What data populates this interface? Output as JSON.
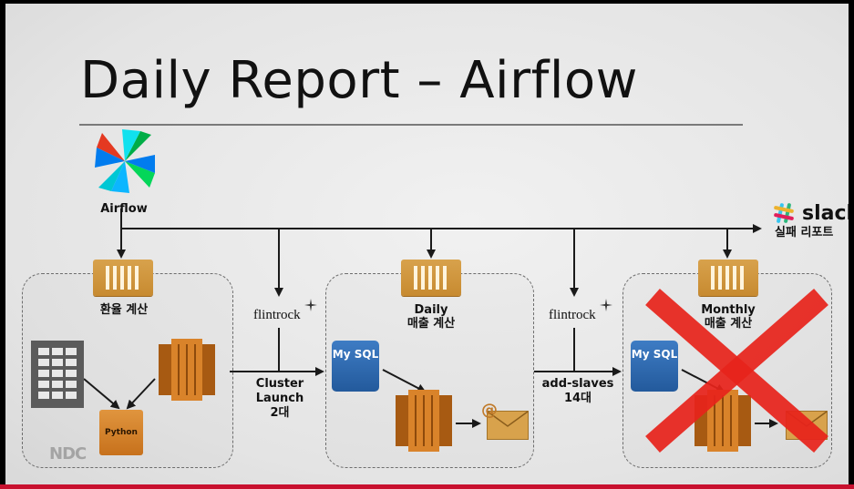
{
  "title": "Daily Report – Airflow",
  "airflow_label": "Airflow",
  "slack": {
    "name": "slack",
    "caption": "실패 리포트"
  },
  "tasks": {
    "fx": "환율 계산",
    "daily": [
      "Daily",
      "매출 계산"
    ],
    "monthly": [
      "Monthly",
      "매출 계산"
    ]
  },
  "flintrock_label": "flintrock",
  "cluster": [
    "Cluster",
    "Launch",
    "2대"
  ],
  "slaves": [
    "add-slaves",
    "14대"
  ],
  "mysql_label": "My SQL",
  "python_label": "Python",
  "email_symbol": "@",
  "watermark": "NDC",
  "colors": {
    "operator_orange": "#d8a24c",
    "ec2_orange": "#c9731e",
    "mysql_blue": "#2f6db3",
    "cross_red": "#e8231b",
    "slide_bg": "#ececec"
  },
  "icons": [
    "airflow-pinwheel-icon",
    "slack-hash-icon",
    "database-table-icon",
    "ec2-instance-icon",
    "mysql-db-icon",
    "python-icon",
    "email-icon",
    "cross-icon"
  ]
}
